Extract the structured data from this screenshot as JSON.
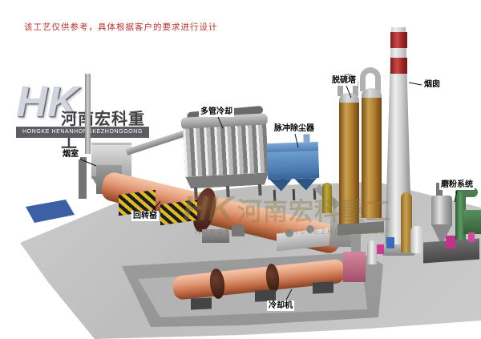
{
  "disclaimer": "该工艺仅供参考，具体根据客户的要求进行设计",
  "brand": {
    "monogram": "HK",
    "name_cn": "河南宏科重工",
    "name_en": "HONGKE HENANHONGKEZHONGGONG"
  },
  "watermark": {
    "monogram": "HK",
    "name_cn": "河南宏科重工",
    "name_en": "HONGKE HENANHONGKEZHONGGONG"
  },
  "labels": {
    "smoke_chamber": "烟室",
    "multi_tube_cooler": "多管冷却",
    "pulse_dust_collector": "脉冲除尘器",
    "desulfurization_tower": "脱硫塔",
    "chimney": "烟囱",
    "grinding_system": "磨粉系统",
    "rotary_kiln": "回转窑",
    "cooling_machine": "冷却机"
  },
  "colors": {
    "disclaimer_red": "#b5322d",
    "kiln_salmon": "#e29b77",
    "dust_collector_blue": "#5b8ec5",
    "tower_orange": "#caa04e",
    "chimney_red": "#a02626",
    "ground_gray": "#c6c6c6",
    "watermark_tan": "#8d7a45",
    "pad_blue": "#3d5fa5"
  }
}
